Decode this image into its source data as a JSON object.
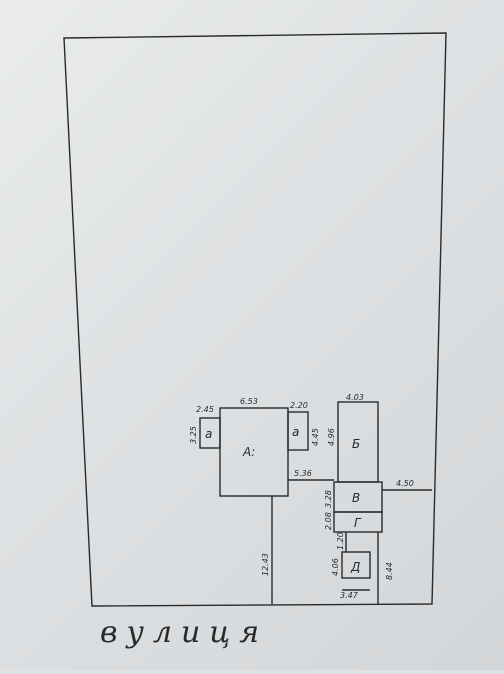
{
  "plan": {
    "labels": {
      "a_left": "a",
      "main_house": "А:",
      "a_right": "a",
      "b": "Б",
      "v": "В",
      "g": "Г",
      "d": "Д"
    },
    "dimensions": {
      "d_245": "2.45",
      "d_653": "6.53",
      "d_220": "2.20",
      "d_403": "4.03",
      "d_325": "3.25",
      "d_445": "4.45",
      "d_496": "4.96",
      "d_536": "5.36",
      "d_450": "4.50",
      "d_328": "3.28",
      "d_208": "2.08",
      "d_1243": "12.43",
      "d_120": "1.20",
      "d_406": "4.06",
      "d_347": "3.47",
      "d_844": "8.44"
    },
    "street_label": "вулиця"
  },
  "colors": {
    "ink": "#2a2a2a",
    "paper": "#e4e6e7"
  }
}
